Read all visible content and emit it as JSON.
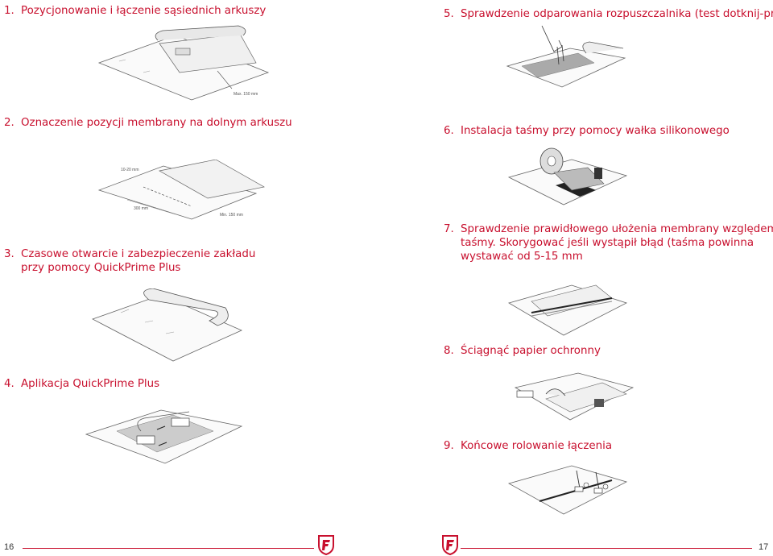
{
  "left_column": {
    "step1": {
      "num": "1.",
      "text": "Pozycjonowanie i łączenie sąsiednich arkuszy",
      "label": "Max. 150 mm"
    },
    "step2": {
      "num": "2.",
      "text": "Oznaczenie pozycji membrany na dolnym arkuszu",
      "label_top": "10-20 mm",
      "label_mid": "300 mm",
      "label_right": "Min. 150 mm"
    },
    "step3": {
      "num": "3.",
      "line1": "Czasowe otwarcie i zabezpieczenie zakładu",
      "line2": "przy pomocy QuickPrime Plus"
    },
    "step4": {
      "num": "4.",
      "text": "Aplikacja QuickPrime Plus"
    }
  },
  "right_column": {
    "step5": {
      "num": "5.",
      "text": "Sprawdzenie odparowania rozpuszczalnika (test dotknij-przesuń)"
    },
    "step6": {
      "num": "6.",
      "text": "Instalacja taśmy przy pomocy wałka silikonowego"
    },
    "step7": {
      "num": "7.",
      "line1": "Sprawdzenie prawidłowego ułożenia membrany względem",
      "line2": "taśmy. Skorygować jeśli wystąpił błąd (taśma powinna",
      "line3": "wystawać od 5-15 mm"
    },
    "step8": {
      "num": "8.",
      "text": "Ściągnąć papier ochronny"
    },
    "step9": {
      "num": "9.",
      "text": "Końcowe rolowanie łączenia"
    }
  },
  "footer": {
    "page_left": "16",
    "page_right": "17"
  },
  "colors": {
    "accent": "#c8102e",
    "line_art": "#555555",
    "tape": "#222222"
  },
  "icons": {
    "logo": "firestone-f-logo",
    "roller": "roller-icon",
    "hand": "hand-icon"
  }
}
